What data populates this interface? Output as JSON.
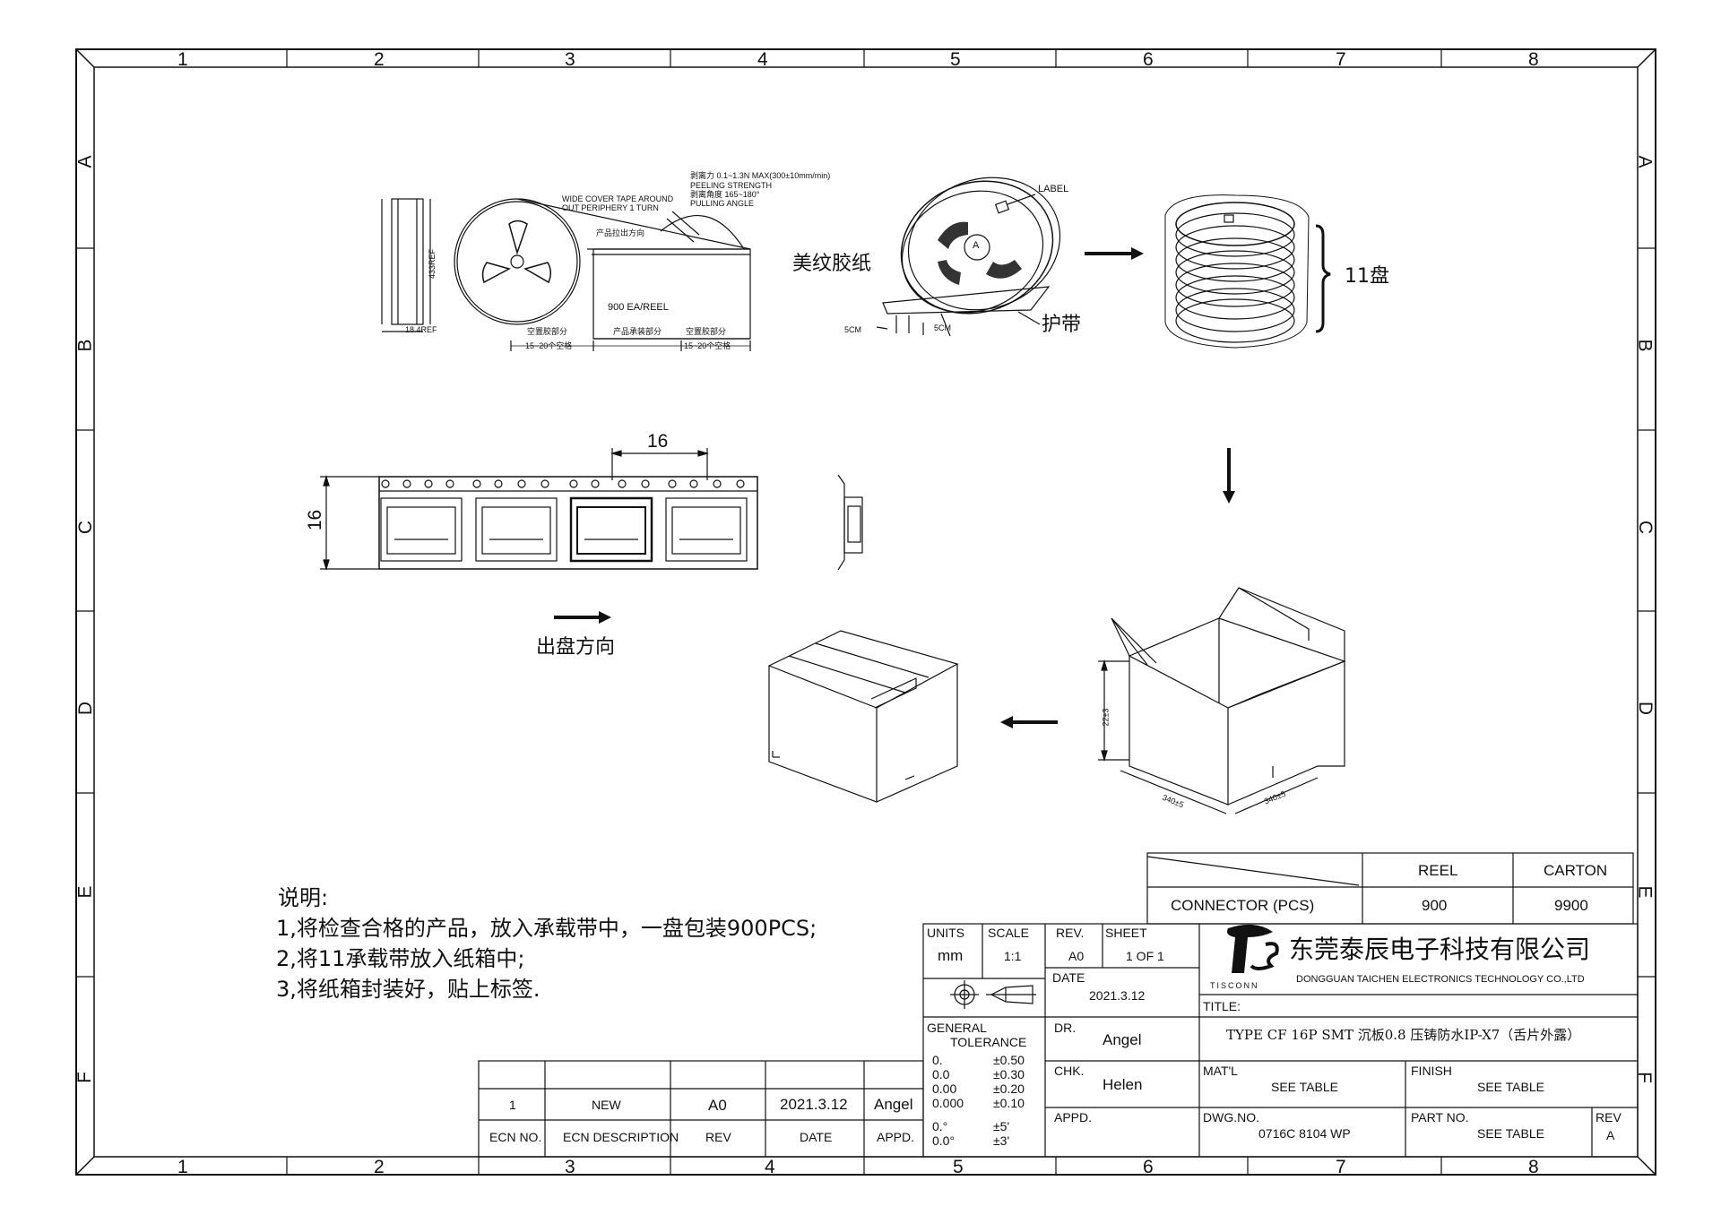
{
  "zone_columns": [
    "1",
    "2",
    "3",
    "4",
    "5",
    "6",
    "7",
    "8"
  ],
  "zone_rows": [
    "A",
    "B",
    "C",
    "D",
    "E",
    "F"
  ],
  "figures": {
    "reel_spec": {
      "dim_height": "433REF",
      "dim_width": "18.4REF",
      "cover_tape_1": "WIDE COVER TAPE AROUND",
      "cover_tape_2": "OUT PERIPHERY 1 TURN",
      "peel_1": "剥离力 0.1~1.3N MAX(300±10mm/min)",
      "peel_2": "PEELING STRENGTH",
      "peel_3": "剥离角度 165~180°",
      "peel_4": "PULLING ANGLE",
      "pull_direction": "产品拉出方向",
      "ea_per_reel": "900  EA/REEL",
      "empty_left": "空置胶部分",
      "empty_left_sub": "15~20个空格",
      "product_section": "产品承装部分",
      "empty_right": "空置胶部分",
      "empty_right_sub": "15~20个空格"
    },
    "reel_label": {
      "label": "LABEL",
      "masking_tape": "美纹胶纸",
      "protect_tape": "护带",
      "dim_a": "5CM",
      "dim_b": "5CM",
      "reel_mark": "A"
    },
    "stack": {
      "count_label": "11盘"
    },
    "carrier_tape": {
      "pitch": "16",
      "width": "16",
      "direction": "出盘方向"
    },
    "carton": {
      "height": "22±3",
      "length": "340±5",
      "width": "340±5"
    }
  },
  "notes": {
    "heading": "说明:",
    "items": [
      "1,将检查合格的产品，放入承载带中，一盘包装900PCS;",
      "2,将11承载带放入纸箱中;",
      "3,将纸箱封装好，贴上标签."
    ]
  },
  "qty_table": {
    "headers": [
      "REEL",
      "CARTON"
    ],
    "row_label": "CONNECTOR (PCS)",
    "values": [
      "900",
      "9900"
    ]
  },
  "revision_table": {
    "row": [
      "1",
      "NEW",
      "A0",
      "2021.3.12",
      "Angel"
    ],
    "headers": [
      "ECN NO.",
      "ECN  DESCRIPTION",
      "REV",
      "DATE",
      "APPD."
    ]
  },
  "title_block": {
    "units_label": "UNITS",
    "units": "mm",
    "scale_label": "SCALE",
    "scale": "1:1",
    "rev_label": "REV.",
    "rev": "A0",
    "sheet_label": "SHEET",
    "sheet": "1 OF 1",
    "date_label": "DATE",
    "date": "2021.3.12",
    "dr_label": "DR.",
    "dr": "Angel",
    "chk_label": "CHK.",
    "chk": "Helen",
    "appd_label": "APPD.",
    "general_tol_1": "GENERAL",
    "general_tol_2": "TOLERANCE",
    "tolerances": [
      [
        "0.",
        "±0.50"
      ],
      [
        "0.0",
        "±0.30"
      ],
      [
        "0.00",
        "±0.20"
      ],
      [
        "0.000",
        "±0.10"
      ],
      [
        "0.°",
        "±5'"
      ],
      [
        "0.0°",
        "±3'"
      ]
    ],
    "company_cn": "东莞泰辰电子科技有限公司",
    "company_en": "DONGGUAN TAICHEN ELECTRONICS TECHNOLOGY CO.,LTD",
    "logo_text": "TISCONN",
    "title_label": "TITLE:",
    "title": "TYPE CF 16P SMT 沉板0.8 压铸防水IP-X7（舌片外露）",
    "matl_label": "MAT'L",
    "matl": "SEE TABLE",
    "finish_label": "FINISH",
    "finish": "SEE TABLE",
    "dwg_label": "DWG.NO.",
    "dwg": "0716C 8104 WP",
    "part_label": "PART NO.",
    "part": "SEE TABLE",
    "rev2_label": "REV",
    "rev2": "A"
  }
}
